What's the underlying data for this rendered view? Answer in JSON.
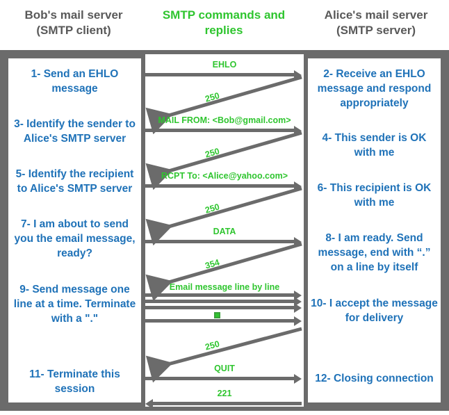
{
  "headers": {
    "left": "Bob's mail server\n(SMTP client)",
    "left_line1": "Bob's mail server",
    "left_line2": "(SMTP client)",
    "middle_line1": "SMTP commands and",
    "middle_line2": "replies",
    "right_line1": "Alice's mail server",
    "right_line2": "(SMTP server)"
  },
  "colors": {
    "header_gray": "#595959",
    "green": "#2fc52f",
    "blue": "#1f72b8",
    "arrow_gray": "#6b6b6b",
    "frame_gray": "#6b6b6b",
    "background": "#ffffff"
  },
  "client_steps": [
    {
      "id": 1,
      "text": "1- Send an EHLO message"
    },
    {
      "id": 3,
      "text": "3- Identify the sender to Alice's SMTP server"
    },
    {
      "id": 5,
      "text": "5- Identify the recipient to Alice's SMTP server"
    },
    {
      "id": 7,
      "text": "7- I am about to send you the email message, ready?"
    },
    {
      "id": 9,
      "text": "9- Send message one line at a time. Terminate with a \".\""
    },
    {
      "id": 11,
      "text": "11- Terminate this session"
    }
  ],
  "server_steps": [
    {
      "id": 2,
      "text": "2- Receive an EHLO message and respond appropriately"
    },
    {
      "id": 4,
      "text": "4- This sender is OK with me"
    },
    {
      "id": 6,
      "text": "6- This recipient is OK with me"
    },
    {
      "id": 8,
      "text": "8-  I am ready. Send message, end with “.” on a line by itself"
    },
    {
      "id": 10,
      "text": "10-  I accept the message for delivery"
    },
    {
      "id": 12,
      "text": "12-  Closing connection"
    }
  ],
  "messages": [
    {
      "seq": 1,
      "label": "EHLO",
      "direction": "client-to-server",
      "style": "horizontal"
    },
    {
      "seq": 2,
      "label": "250",
      "direction": "server-to-client",
      "style": "diagonal"
    },
    {
      "seq": 3,
      "label": "MAIL FROM: <Bob@gmail.com>",
      "direction": "client-to-server",
      "style": "horizontal"
    },
    {
      "seq": 4,
      "label": "250",
      "direction": "server-to-client",
      "style": "diagonal"
    },
    {
      "seq": 5,
      "label": "RCPT To: <Alice@yahoo.com>",
      "direction": "client-to-server",
      "style": "horizontal"
    },
    {
      "seq": 6,
      "label": "250",
      "direction": "server-to-client",
      "style": "diagonal"
    },
    {
      "seq": 7,
      "label": "DATA",
      "direction": "client-to-server",
      "style": "horizontal"
    },
    {
      "seq": 8,
      "label": "354",
      "direction": "server-to-client",
      "style": "diagonal"
    },
    {
      "seq": 9,
      "label": "Email message line by line",
      "direction": "client-to-server",
      "style": "horizontal-multi",
      "line_count": 4
    },
    {
      "seq": 10,
      "label": "250",
      "direction": "server-to-client",
      "style": "diagonal"
    },
    {
      "seq": 11,
      "label": "QUIT",
      "direction": "client-to-server",
      "style": "horizontal"
    },
    {
      "seq": 12,
      "label": "221",
      "direction": "server-to-client",
      "style": "horizontal"
    }
  ],
  "markers": {
    "end_of_message_dot": "."
  }
}
